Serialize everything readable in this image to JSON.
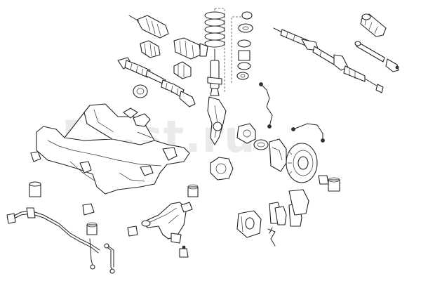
{
  "watermark": {
    "text": "Exist.ru"
  },
  "parts": [
    {
      "name": "cv-joint-boot-upper",
      "icon": "boot-icon"
    },
    {
      "name": "cv-joint-outer",
      "icon": "joint-icon"
    },
    {
      "name": "drive-shaft-left",
      "icon": "shaft-icon"
    },
    {
      "name": "drive-shaft-right",
      "icon": "shaft-icon"
    },
    {
      "name": "coil-spring",
      "icon": "spring-icon"
    },
    {
      "name": "shock-absorber",
      "icon": "strut-icon"
    },
    {
      "name": "strut-mount",
      "icon": "mount-icon"
    },
    {
      "name": "steering-rack",
      "icon": "rack-icon"
    },
    {
      "name": "tie-rod-end",
      "icon": "tie-rod-icon"
    },
    {
      "name": "subframe",
      "icon": "subframe-icon"
    },
    {
      "name": "steering-knuckle",
      "icon": "knuckle-icon"
    },
    {
      "name": "wheel-hub",
      "icon": "hub-icon"
    },
    {
      "name": "brake-disc",
      "icon": "disc-icon"
    },
    {
      "name": "brake-caliper",
      "icon": "caliper-icon"
    },
    {
      "name": "brake-pads",
      "icon": "pads-icon"
    },
    {
      "name": "abs-sensor",
      "icon": "sensor-icon"
    },
    {
      "name": "control-arm",
      "icon": "arm-icon"
    },
    {
      "name": "stabilizer-bar",
      "icon": "bar-icon"
    },
    {
      "name": "stabilizer-link",
      "icon": "link-icon"
    },
    {
      "name": "bushings",
      "icon": "bushing-icon"
    }
  ]
}
